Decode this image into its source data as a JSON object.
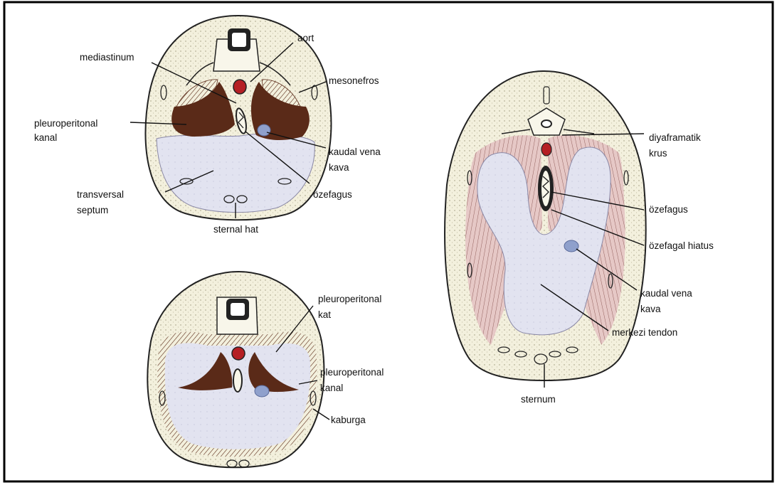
{
  "colors": {
    "frame": "#000000",
    "body_fill": "#f3f0dd",
    "septum_fill": "#e2e3f0",
    "canal_fill": "#5a2a18",
    "aorta_fill": "#b51f24",
    "vena_cava_fill": "#8fa0cc",
    "muscle_fill": "#e6c8c6",
    "muscle_lines": "#7a4b48"
  },
  "diagram_1": {
    "labels": {
      "aort": "aort",
      "mediastinum": "mediastinum",
      "mesonefros": "mesonefros",
      "pleuroperitonal_l1": "pleuroperitonal",
      "pleuroperitonal_l2": "kanal",
      "kaudal_vena_l1": "kaudal vena",
      "kaudal_vena_l2": "kava",
      "transversal_l1": "transversal",
      "transversal_l2": "septum",
      "ozefagus": "özefagus",
      "sternal_hat": "sternal hat"
    }
  },
  "diagram_2": {
    "labels": {
      "pleuroperitonal_kat_l1": "pleuroperitonal",
      "pleuroperitonal_kat_l2": "kat",
      "pleuroperitonal_kanal_l1": "pleuroperitonal",
      "pleuroperitonal_kanal_l2": "kanal",
      "kaburga": "kaburga"
    }
  },
  "diagram_3": {
    "labels": {
      "diyaframatik_l1": "diyaframatik",
      "diyaframatik_l2": "krus",
      "ozefagus": "özefagus",
      "ozefagal_hiatus": "özefagal hiatus",
      "kaudal_vena_l1": "kaudal vena",
      "kaudal_vena_l2": "kava",
      "merkezi_tendon": "merkezi tendon",
      "sternum": "sternum"
    }
  }
}
